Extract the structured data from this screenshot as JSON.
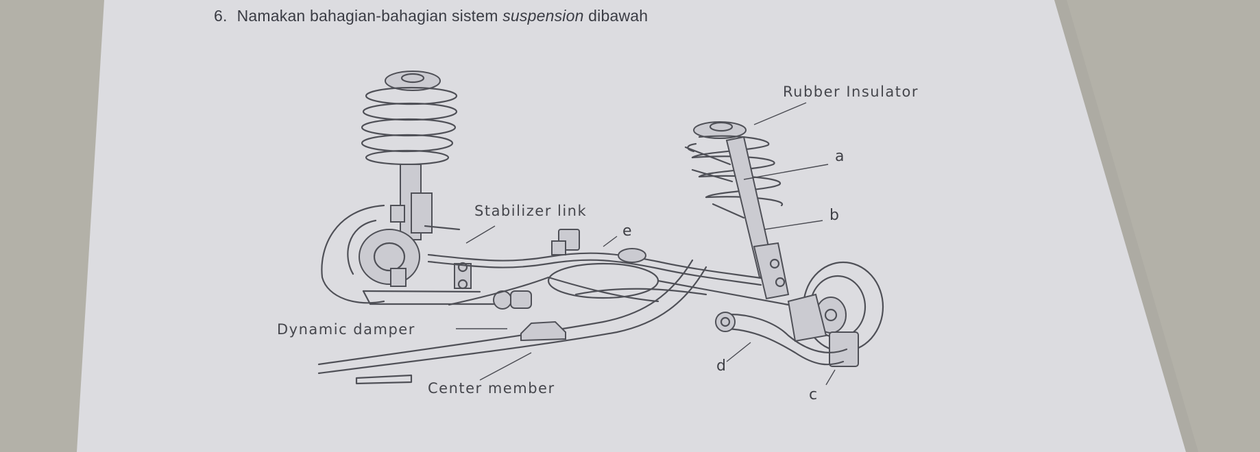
{
  "question": {
    "number": "6.",
    "text_before": "Namakan bahagian-bahagian sistem ",
    "text_italic": "suspension",
    "text_after": " dibawah"
  },
  "labels": {
    "rubber_insulator": "Rubber Insulator",
    "stabilizer_link": "Stabilizer link",
    "dynamic_damper": "Dynamic damper",
    "center_member": "Center member"
  },
  "blanks": {
    "a": "a",
    "b": "b",
    "c": "c",
    "d": "d",
    "e": "e"
  },
  "colors": {
    "background": "#b3b1a8",
    "paper": "#dcdce0",
    "line": "#4f5057",
    "text": "#3a3c44"
  }
}
